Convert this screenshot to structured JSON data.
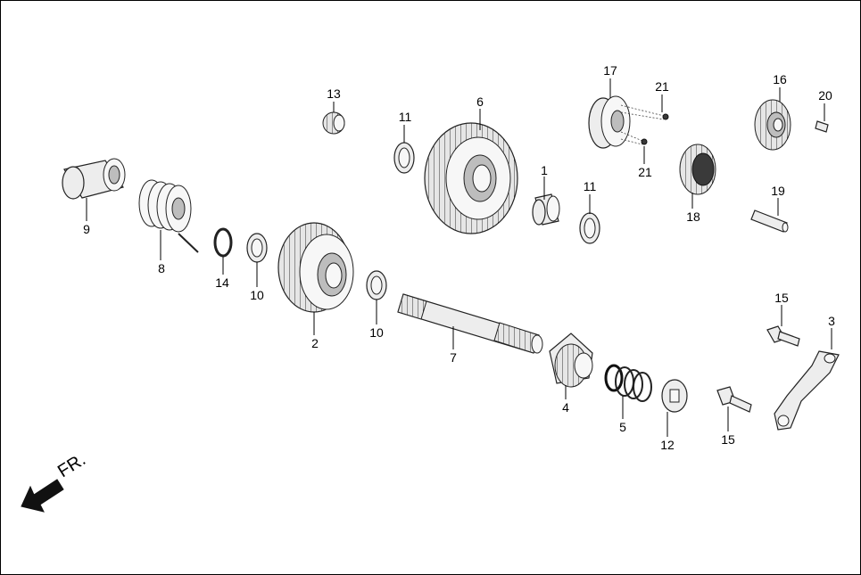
{
  "direction_label": "FR.",
  "callouts": [
    {
      "id": "c1",
      "label": "1"
    },
    {
      "id": "c2",
      "label": "2"
    },
    {
      "id": "c3",
      "label": "3"
    },
    {
      "id": "c4",
      "label": "4"
    },
    {
      "id": "c5",
      "label": "5"
    },
    {
      "id": "c6",
      "label": "6"
    },
    {
      "id": "c7",
      "label": "7"
    },
    {
      "id": "c8",
      "label": "8"
    },
    {
      "id": "c9",
      "label": "9"
    },
    {
      "id": "c10a",
      "label": "10"
    },
    {
      "id": "c10b",
      "label": "10"
    },
    {
      "id": "c11a",
      "label": "11"
    },
    {
      "id": "c11b",
      "label": "11"
    },
    {
      "id": "c12",
      "label": "12"
    },
    {
      "id": "c13",
      "label": "13"
    },
    {
      "id": "c14",
      "label": "14"
    },
    {
      "id": "c15a",
      "label": "15"
    },
    {
      "id": "c15b",
      "label": "15"
    },
    {
      "id": "c16",
      "label": "16"
    },
    {
      "id": "c17",
      "label": "17"
    },
    {
      "id": "c18",
      "label": "18"
    },
    {
      "id": "c19",
      "label": "19"
    },
    {
      "id": "c20",
      "label": "20"
    },
    {
      "id": "c21a",
      "label": "21"
    },
    {
      "id": "c21b",
      "label": "21"
    }
  ]
}
